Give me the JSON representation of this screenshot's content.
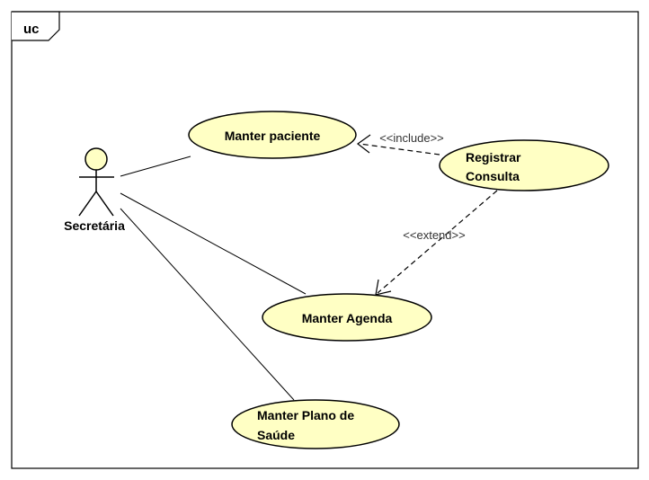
{
  "frame": {
    "label": "uc"
  },
  "actor": {
    "name": "Secretária",
    "fill": "#ffffc4"
  },
  "use_cases": [
    {
      "id": "manter-paciente",
      "lines": [
        "Manter paciente"
      ]
    },
    {
      "id": "registrar-consulta",
      "lines": [
        "Registrar",
        "Consulta"
      ]
    },
    {
      "id": "manter-agenda",
      "lines": [
        "Manter Agenda"
      ]
    },
    {
      "id": "manter-plano",
      "lines": [
        "Manter Plano de",
        "Saúde"
      ]
    }
  ],
  "relationships": [
    {
      "type": "include",
      "label": "<<include>>",
      "from": "registrar-consulta",
      "to": "manter-paciente"
    },
    {
      "type": "extend",
      "label": "<<extend>>",
      "from": "registrar-consulta",
      "to": "manter-agenda"
    }
  ]
}
